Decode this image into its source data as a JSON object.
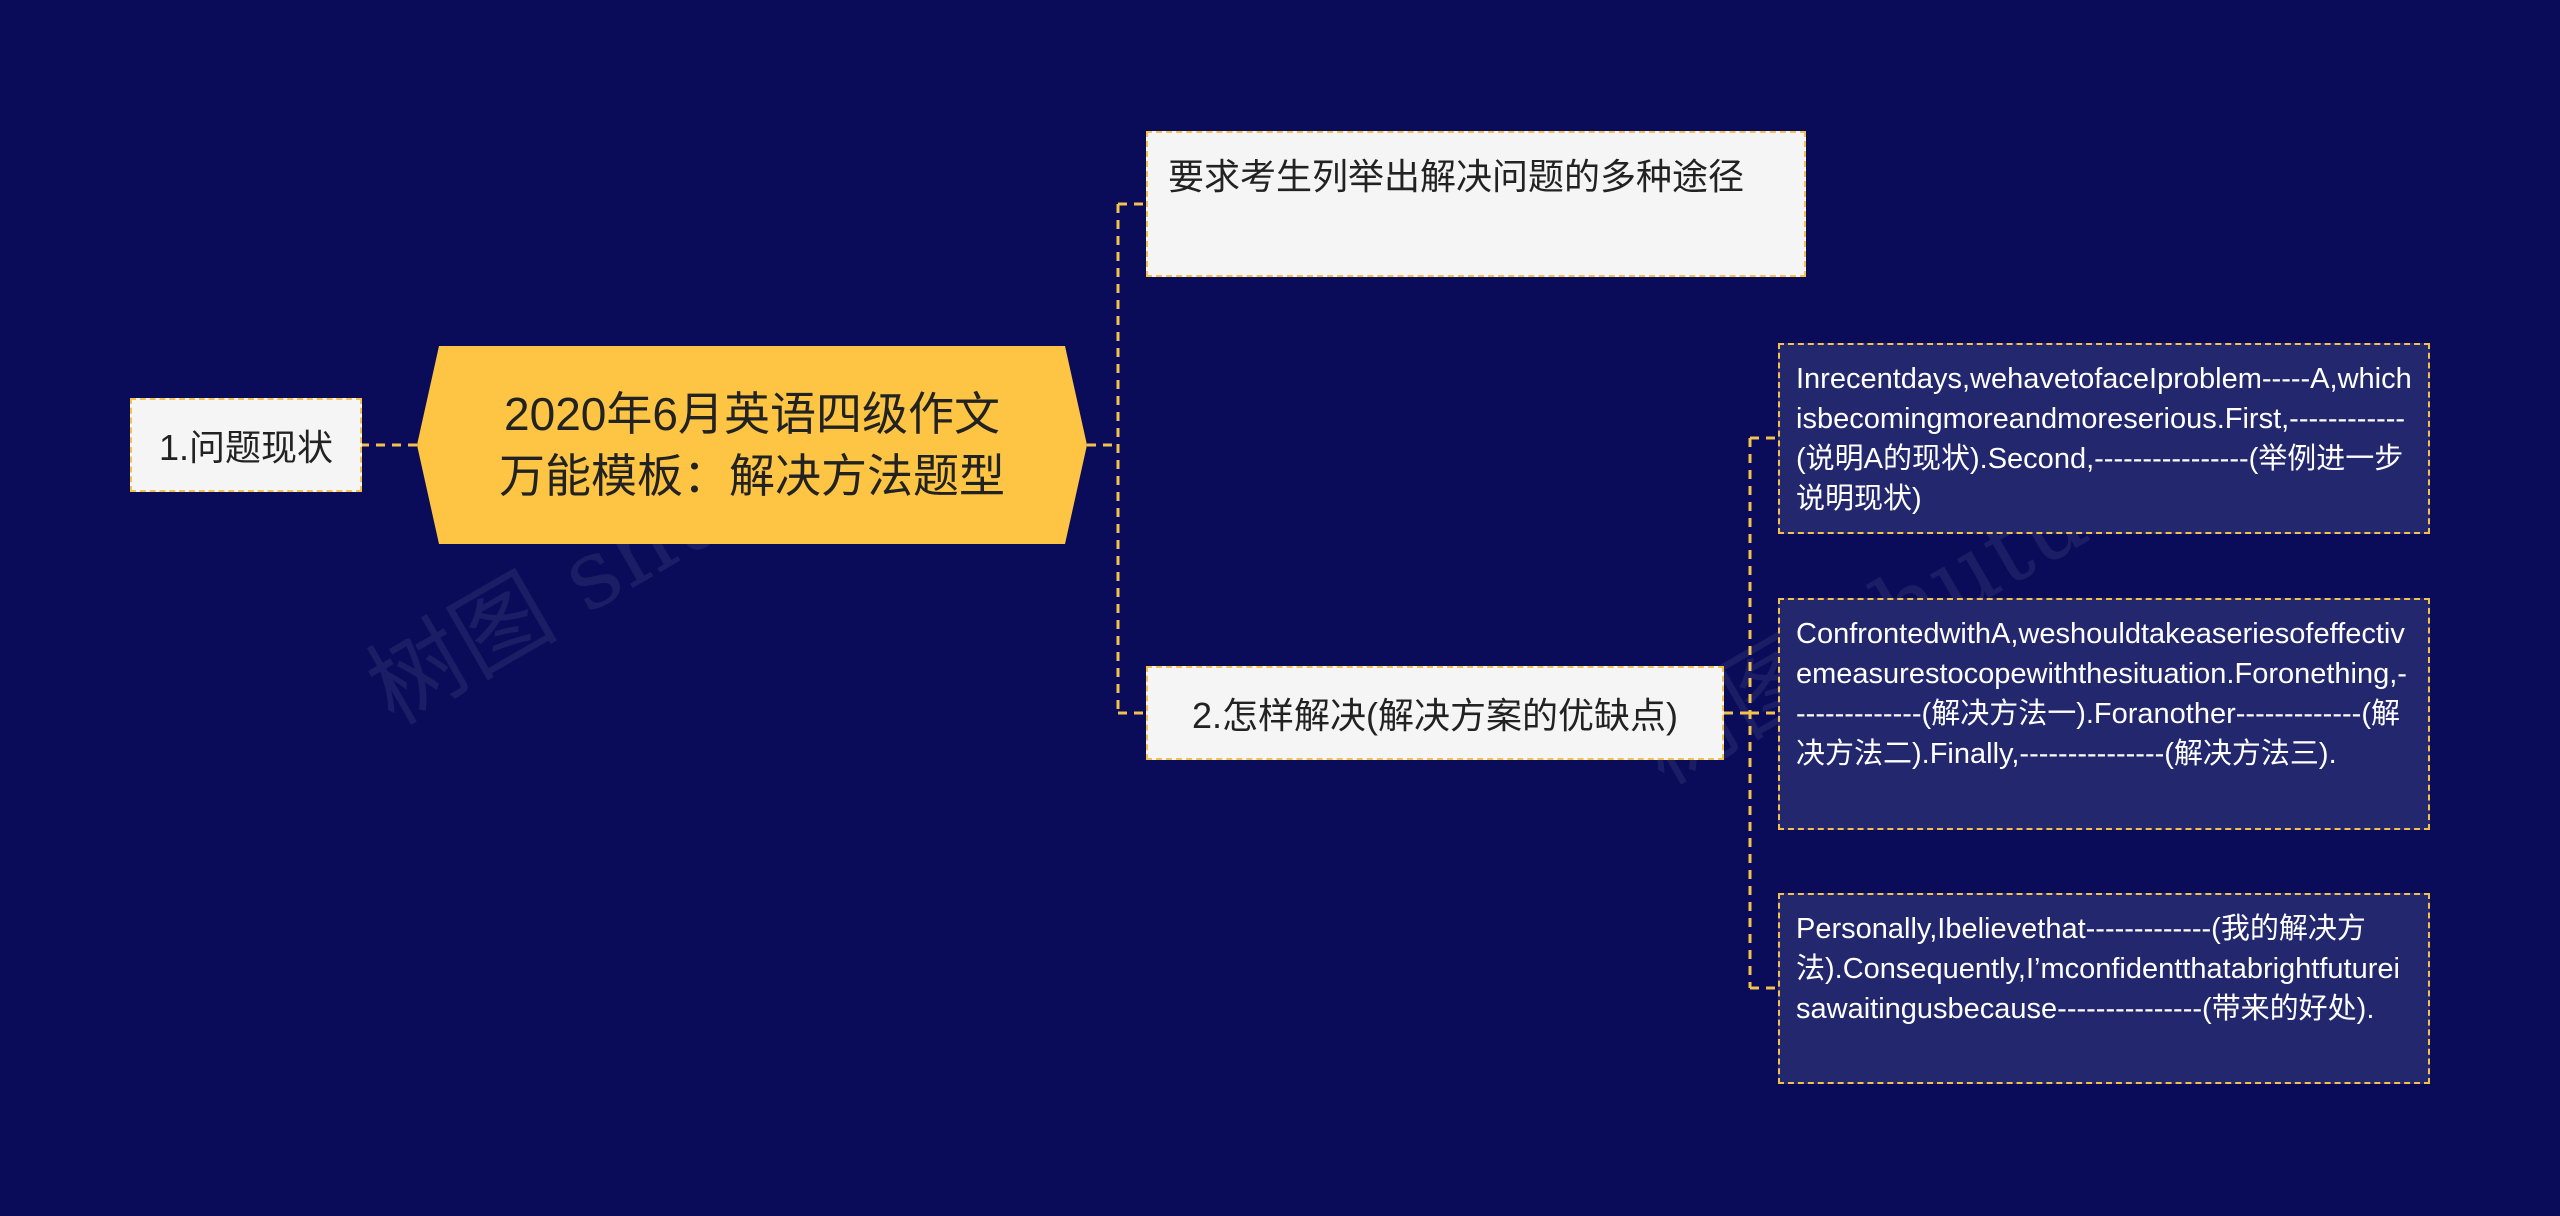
{
  "root": {
    "line1": "2020年6月英语四级作文",
    "line2": "万能模板：解决方法题型"
  },
  "left_branch": {
    "label": "1.问题现状"
  },
  "right_branches": [
    {
      "label": "要求考生列举出解决问题的多种途径"
    },
    {
      "label": "2.怎样解决(解决方案的优缺点)"
    }
  ],
  "leaves": [
    {
      "text": "Inrecentdays,wehavetofaceIproblem-----A,whichisbecomingmoreandmoreserious.First,------------(说明A的现状).Second,----------------(举例进一步说明现状)"
    },
    {
      "text": "ConfrontedwithA,weshouldtakeaseriesofeffectivemeasurestocopewiththesituation.Foronething,--------------(解决方法一).Foranother-------------(解决方法二).Finally,---------------(解决方法三)."
    },
    {
      "text": "Personally,Ibelievethat-------------(我的解决方法).Consequently,I’mconfidentthatabrightfutureisawaitingusbecause---------------(带来的好处)."
    }
  ],
  "colors": {
    "background": "#0a0c5a",
    "root_fill": "#fdc543",
    "connector": "#f2c14e",
    "light_node": "#f5f5f5",
    "dark_node": "#23276e"
  }
}
